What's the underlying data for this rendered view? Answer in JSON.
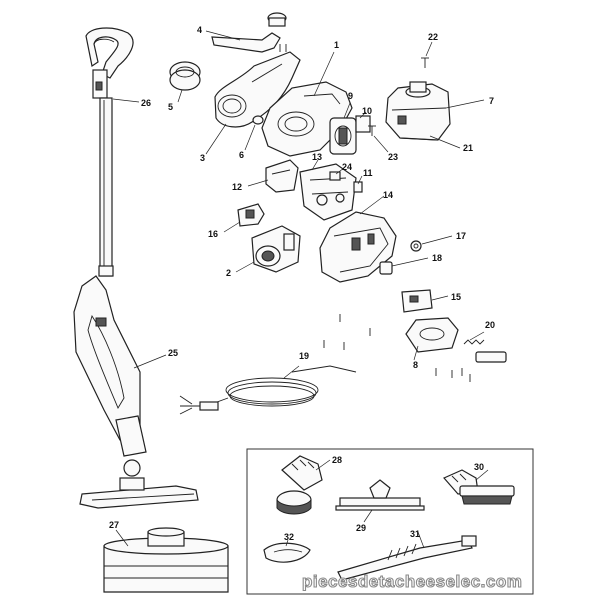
{
  "diagram": {
    "parts": [
      {
        "id": "p1",
        "number": "1"
      },
      {
        "id": "p2",
        "number": "2"
      },
      {
        "id": "p3",
        "number": "3"
      },
      {
        "id": "p4",
        "number": "4"
      },
      {
        "id": "p5",
        "number": "5"
      },
      {
        "id": "p6",
        "number": "6"
      },
      {
        "id": "p7",
        "number": "7"
      },
      {
        "id": "p8",
        "number": "8"
      },
      {
        "id": "p9",
        "number": "9"
      },
      {
        "id": "p10",
        "number": "10"
      },
      {
        "id": "p11",
        "number": "11"
      },
      {
        "id": "p12",
        "number": "12"
      },
      {
        "id": "p13",
        "number": "13"
      },
      {
        "id": "p14",
        "number": "14"
      },
      {
        "id": "p15",
        "number": "15"
      },
      {
        "id": "p16",
        "number": "16"
      },
      {
        "id": "p17",
        "number": "17"
      },
      {
        "id": "p18",
        "number": "18"
      },
      {
        "id": "p19",
        "number": "19"
      },
      {
        "id": "p20",
        "number": "20"
      },
      {
        "id": "p21",
        "number": "21"
      },
      {
        "id": "p22",
        "number": "22"
      },
      {
        "id": "p23",
        "number": "23"
      },
      {
        "id": "p24",
        "number": "24"
      },
      {
        "id": "p25",
        "number": "25"
      },
      {
        "id": "p26",
        "number": "26"
      },
      {
        "id": "p27",
        "number": "27"
      },
      {
        "id": "p28",
        "number": "28"
      },
      {
        "id": "p29",
        "number": "29"
      },
      {
        "id": "p30",
        "number": "30"
      },
      {
        "id": "p31",
        "number": "31"
      },
      {
        "id": "p32",
        "number": "32"
      }
    ],
    "watermark": "piecesdetacheeselec.com"
  }
}
